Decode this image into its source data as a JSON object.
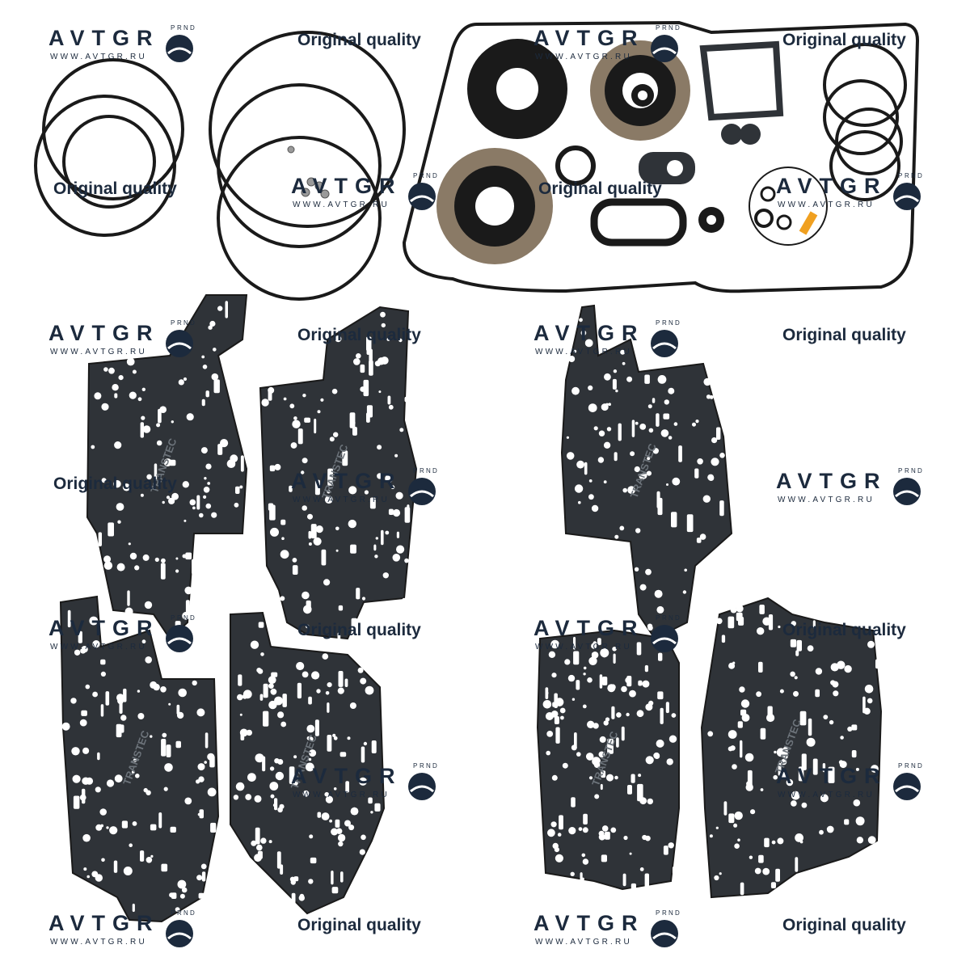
{
  "watermark": {
    "brand": "AVTGR",
    "site": "WWW.AVTGR.RU",
    "gear_letters": [
      "P",
      "R",
      "N",
      "D"
    ],
    "quality_text": "Original quality"
  },
  "gaskets": {
    "stamp": "TRANSTEC"
  },
  "colors": {
    "background": "#ffffff",
    "brand_text": "#1c2a3d",
    "gasket_fill": "#2f3338",
    "rubber": "#1a1a1a",
    "seal_metal": "#8a7a66",
    "accent_tag": "#f0a020"
  }
}
